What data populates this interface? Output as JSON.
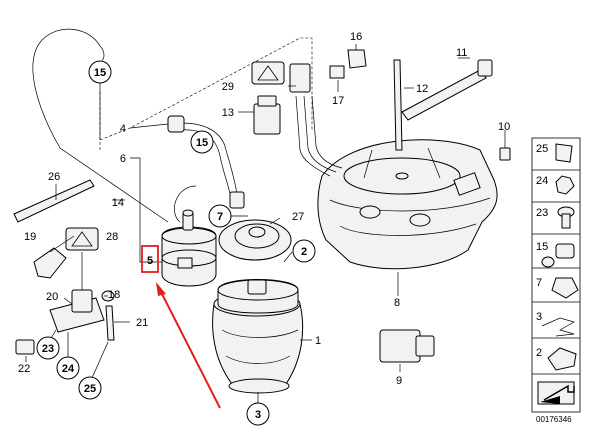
{
  "callouts": {
    "c1": "1",
    "c2": "2",
    "c3": "3",
    "c4": "4",
    "c5": "5",
    "c6": "6",
    "c7": "7",
    "c8": "8",
    "c9": "9",
    "c10": "10",
    "c11": "11",
    "c12": "12",
    "c13": "13",
    "c14": "14",
    "c15a": "15",
    "c15b": "15",
    "c16": "16",
    "c17": "17",
    "c18": "18",
    "c19": "19",
    "c20": "20",
    "c21": "21",
    "c22": "22",
    "c23": "23",
    "c24": "24",
    "c25": "25",
    "c26": "26",
    "c27": "27",
    "c28": "28",
    "c29": "29"
  },
  "legend": {
    "items": [
      {
        "label": "25"
      },
      {
        "label": "24"
      },
      {
        "label": "23"
      },
      {
        "label": "15"
      },
      {
        "label": "7"
      },
      {
        "label": "3"
      },
      {
        "label": "2"
      }
    ]
  },
  "diagram_id": "00176346",
  "highlight": {
    "label": "5",
    "color": "#e0201e"
  }
}
